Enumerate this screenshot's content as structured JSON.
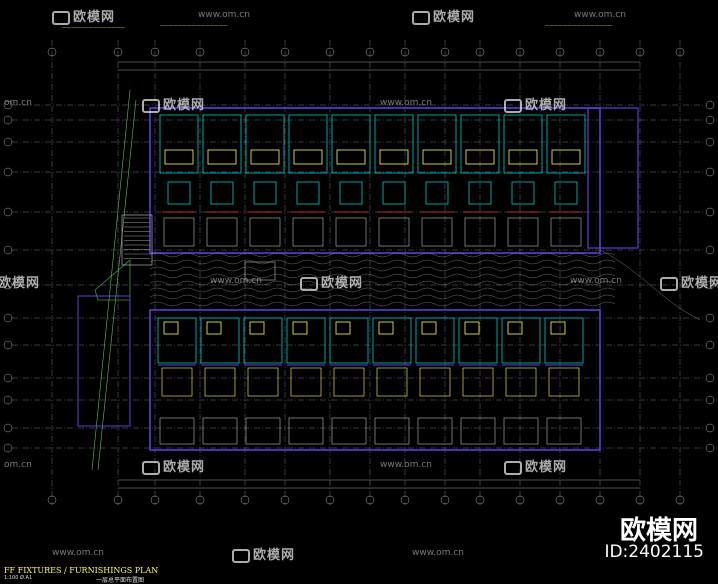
{
  "watermark": {
    "brand": "欧模网",
    "url": "www.om.cn",
    "url_short": "om.cn"
  },
  "badge": {
    "brand": "欧模网",
    "id": "ID:2402115"
  },
  "title_block": {
    "code": "FF",
    "title": "FIXTURES / FURNISHINGS  PLAN",
    "scale_label": "1:100 Ø.A1",
    "title_cn": "一层总平面布置图"
  },
  "colors": {
    "background": "#000000",
    "wall": "#5a3fd8",
    "axis": "#8888aa",
    "furniture": "#ffff44",
    "room": "#00c8c8",
    "accent": "#ff3030",
    "landscape": "#8a8a8a"
  }
}
